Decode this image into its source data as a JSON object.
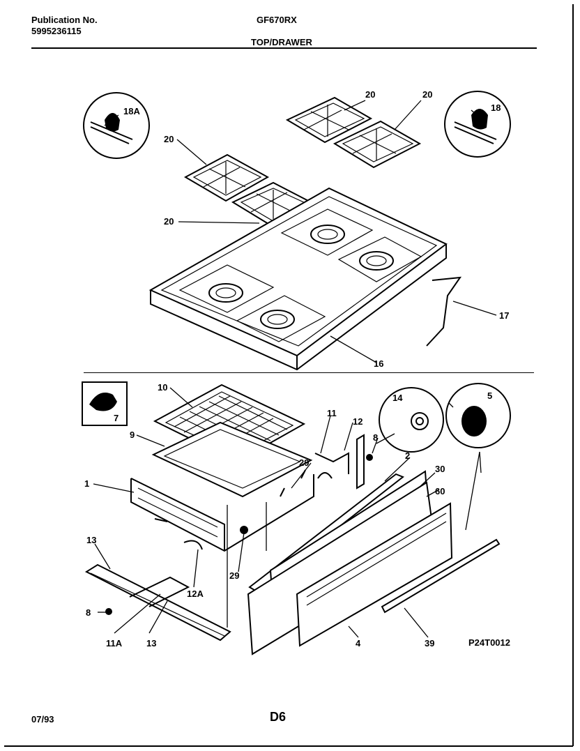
{
  "header": {
    "pub_label": "Publication No.",
    "pub_number": "5995236115",
    "model": "GF670RX",
    "section": "TOP/DRAWER"
  },
  "footer": {
    "date": "07/93",
    "page": "D6",
    "diagram_code": "P24T0012"
  },
  "callouts": {
    "c18a": "18A",
    "c18": "18",
    "c20a": "20",
    "c20b": "20",
    "c20c": "20",
    "c20d": "20",
    "c17": "17",
    "c16": "16",
    "c10": "10",
    "c7": "7",
    "c9": "9",
    "c1": "1",
    "c11": "11",
    "c12": "12",
    "c8a": "8",
    "c14": "14",
    "c5": "5",
    "c2": "2",
    "c30": "30",
    "c60": "60",
    "c29a": "29",
    "c29b": "29",
    "c13a": "13",
    "c12a": "12A",
    "c8b": "8",
    "c11a": "11A",
    "c13b": "13",
    "c4": "4",
    "c39": "39"
  }
}
